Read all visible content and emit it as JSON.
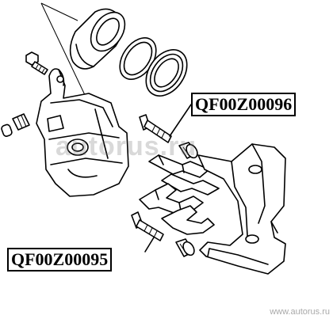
{
  "labels": {
    "upper_part_number": "QF00Z00096",
    "lower_part_number": "QF00Z00095"
  },
  "watermarks": {
    "center": "autorus.ru",
    "corner": "www.autorus.ru"
  }
}
